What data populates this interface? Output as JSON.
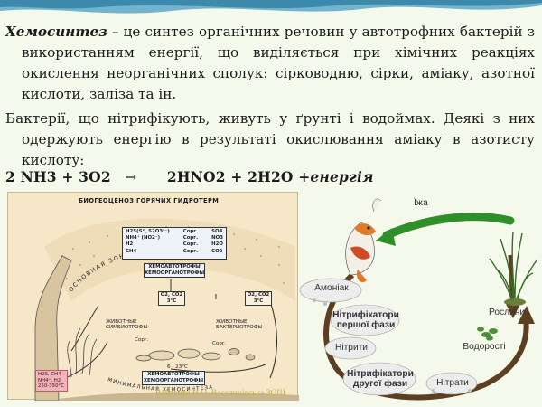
{
  "slide": {
    "term": "Хемосинтез",
    "paragraph1_rest": " – це синтез органічних речовин у автотрофних бактерій з використанням енергії, що виділяється при хімічних реакціях окислення неорганічних сполук: сірководню, сірки, аміаку, азотної кислоти, заліза та ін.",
    "paragraph2": "Бактерії, що нітрифікують, живуть у ґрунті і водоймах. Деякі з них одержують енергію в результаті окислювання аміаку в азотисту кислоту:",
    "equation": {
      "left": "2 NH3 + 3O2",
      "arrow": "→",
      "right": "2HNO2 + 2H2O +",
      "energy": "енергія"
    },
    "footer": "Войтенко Н.О. Веселинівська ЗОШ"
  },
  "diagram_left": {
    "title": "БИОГЕОЦЕНОЗ ГОРЯЧИХ ГИДРОТЕРМ",
    "arc_top": "ОСНОВНАЯ ЗОНА ХЕМОСИНТЕЗА",
    "arc_bottom": "МИНИМАЛЬНАЯ ХЕМОСИНТЕЗА",
    "reactions_left": [
      "H2S(S°, S2O3²⁻)",
      "NH4⁺ (NO2⁻)",
      "H2",
      "CH4"
    ],
    "reactions_right": [
      "SO4",
      "NO3",
      "H2O",
      "CO2"
    ],
    "c_org": "Сорг.",
    "box_chemo1": [
      "ХЕМОАВТОТРОФЫ",
      "ХЕМООРГАНОТРОФЫ"
    ],
    "box_o2_left": [
      "O2, CO2",
      "3°C"
    ],
    "box_o2_right": [
      "O2, CO2",
      "3°C"
    ],
    "label_sym_left": [
      "ЖИВОТНЫЕ",
      "СИМБИОТРОФЫ"
    ],
    "label_sym_right": [
      "ЖИВОТНЫЕ",
      "БАКТЕРИОТРОФЫ"
    ],
    "temp_bottom": "6 - 23°C",
    "box_chemo2": [
      "ХЕМОАВТОТРОФЫ",
      "ХЕМООРГАНОТРОФЫ"
    ],
    "pink_box": [
      "H2S, CH4",
      "NH4⁺, H2",
      "250-350°C"
    ]
  },
  "diagram_right": {
    "food": "Їжа",
    "ammonia": "Амоніак",
    "nitrifiers1": [
      "Нітрифікатори",
      "першої фази"
    ],
    "nitrites": "Нітрити",
    "nitrifiers2": [
      "Нітрифікатори",
      "другої фази"
    ],
    "nitrates": "Нітрати",
    "plants": "Рослини",
    "algae": "Водорості"
  },
  "colors": {
    "background": "#f4f9ec",
    "wave": "#5aa7c8",
    "cycle_arrow": "#5c3f20",
    "food_arrow": "#2f8f2a",
    "diagram_bg": "#f7e7c9",
    "footer_text": "#b8b44c"
  }
}
